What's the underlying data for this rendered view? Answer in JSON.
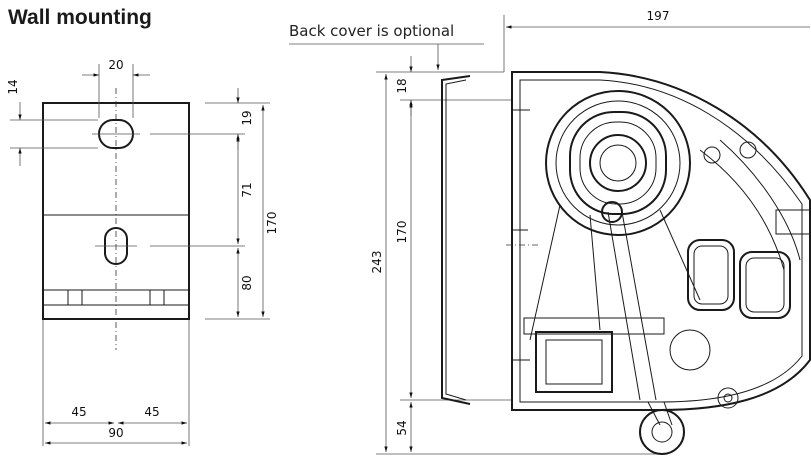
{
  "title": "Wall mounting",
  "note": "Back cover is optional",
  "bracket_dims": {
    "hole_spacing": "20",
    "hole_height": "14",
    "top_offset": "19",
    "hole_to_hole": "71",
    "bottom_part": "80",
    "total_height": "170",
    "left_half": "45",
    "right_half": "45",
    "width": "90"
  },
  "box_dims": {
    "depth": "197",
    "top_cover": "18",
    "inner": "170",
    "total": "243",
    "bottom": "54"
  }
}
